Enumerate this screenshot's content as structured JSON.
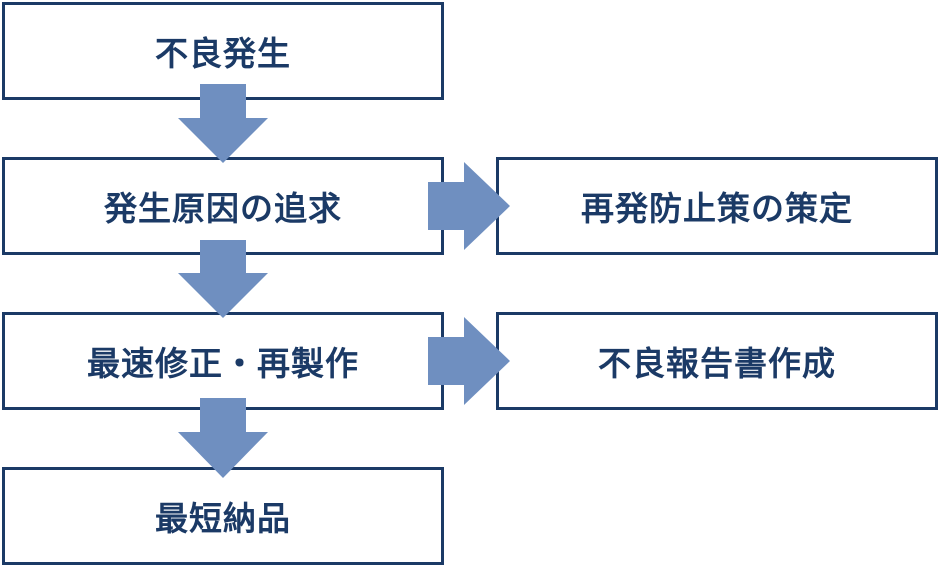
{
  "flow": {
    "step1": "不良発生",
    "step2": "発生原因の追求",
    "step3": "最速修正・再製作",
    "step4": "最短納品"
  },
  "outputs": {
    "from_step2": "再発防止策の策定",
    "from_step3": "不良報告書作成"
  },
  "colors": {
    "box_border": "#1b3a66",
    "text": "#1b3a66",
    "arrow": "#6f8fc0"
  }
}
